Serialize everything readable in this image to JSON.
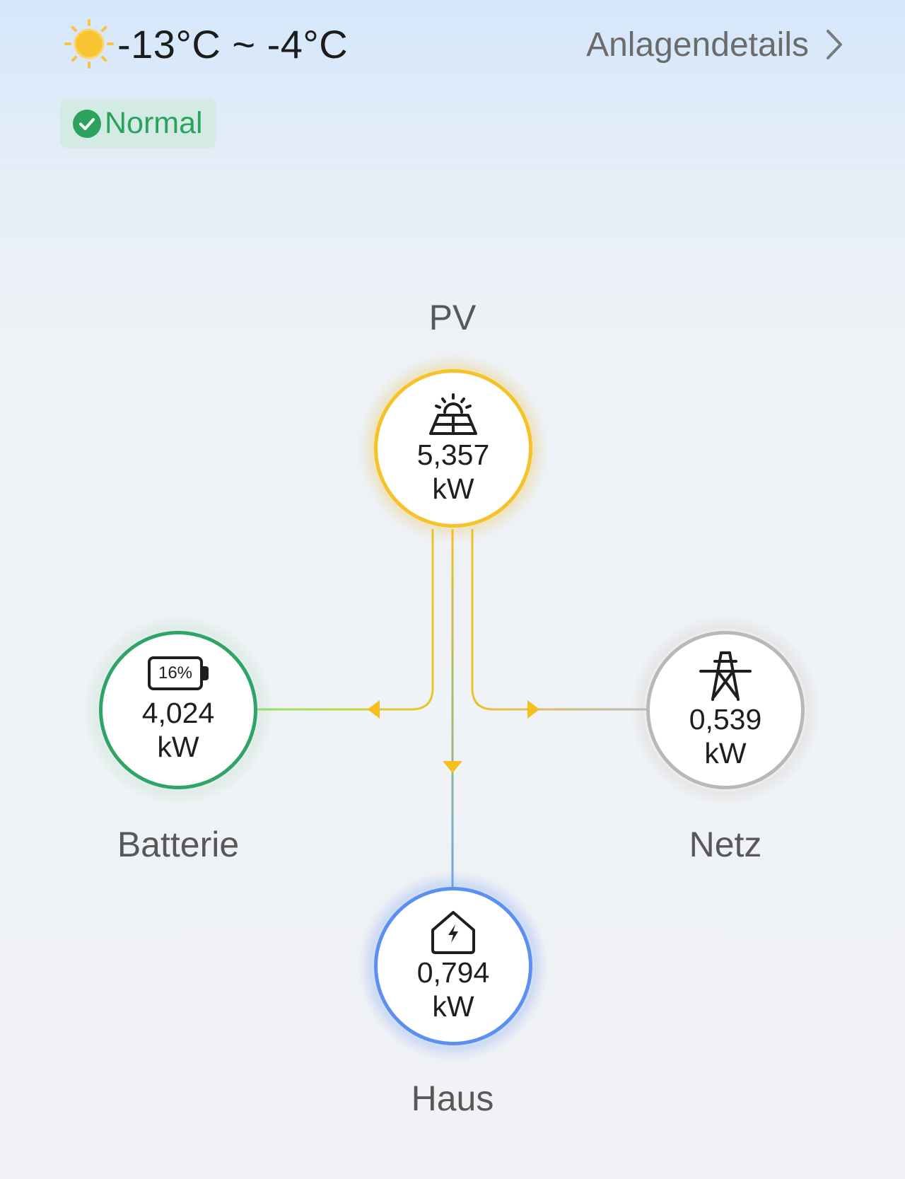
{
  "header": {
    "weather": {
      "icon": "sun-icon",
      "temperature_range": "-13°C ~ -4°C"
    },
    "details_link": {
      "label": "Anlagendetails",
      "icon": "chevron-right-icon"
    },
    "status": {
      "label": "Normal",
      "icon": "check-circle-icon",
      "color": "#2ca35d"
    }
  },
  "energy_flow": {
    "pv": {
      "label": "PV",
      "icon": "solar-panel-icon",
      "value": "5,357",
      "unit": "kW",
      "color": "#f6c22a"
    },
    "battery": {
      "label": "Batterie",
      "icon": "battery-icon",
      "charge_level": "16%",
      "value": "4,024",
      "unit": "kW",
      "color": "#2ea466"
    },
    "grid": {
      "label": "Netz",
      "icon": "power-tower-icon",
      "value": "0,539",
      "unit": "kW",
      "color": "#b8b8b8"
    },
    "house": {
      "label": "Haus",
      "icon": "house-bolt-icon",
      "value": "0,794",
      "unit": "kW",
      "color": "#5b8ff0"
    }
  }
}
